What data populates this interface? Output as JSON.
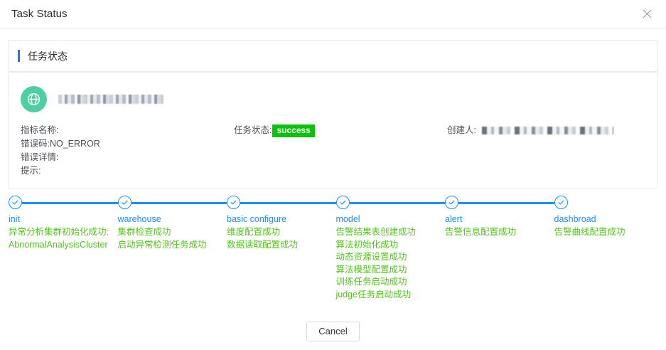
{
  "header": {
    "title": "Task Status",
    "close_icon": "close-icon"
  },
  "panel": {
    "heading": "任务状态",
    "entity": {
      "icon": "globe-icon",
      "name_redacted": true
    },
    "fields": {
      "metric_name_label": "指标名称:",
      "error_code_label": "错误码:NO_ERROR",
      "error_detail_label": "错误详情:",
      "tip_label": "提示:",
      "task_status_label": "任务状态:",
      "task_status_value": "success",
      "creator_label": "创建人:",
      "creator_value_redacted": true
    }
  },
  "steps": [
    {
      "key": "init",
      "title": "init",
      "messages": [
        "异常分析集群初始化成功:  AbnormalAnalysisCluster"
      ]
    },
    {
      "key": "warehouse",
      "title": "warehouse",
      "messages": [
        "集群检查成功",
        "启动异常检测任务成功"
      ]
    },
    {
      "key": "basic-configure",
      "title": "basic configure",
      "messages": [
        "维度配置成功",
        "数据读取配置成功"
      ]
    },
    {
      "key": "model",
      "title": "model",
      "messages": [
        "告警结果表创建成功",
        "算法初始化成功",
        "动态资源设置成功",
        "算法模型配置成功",
        "训练任务启动成功",
        "judge任务启动成功"
      ]
    },
    {
      "key": "alert",
      "title": "alert",
      "messages": [
        "告警信息配置成功"
      ]
    },
    {
      "key": "dashbroad",
      "title": "dashbroad",
      "messages": [
        "告警曲线配置成功"
      ]
    }
  ],
  "footer": {
    "cancel_label": "Cancel"
  },
  "colors": {
    "accent_blue": "#1890ff",
    "panel_accent": "#2f6fe0",
    "success_green": "#52c41a",
    "badge_green": "#09c309",
    "globe_teal": "#4ecfa3"
  }
}
